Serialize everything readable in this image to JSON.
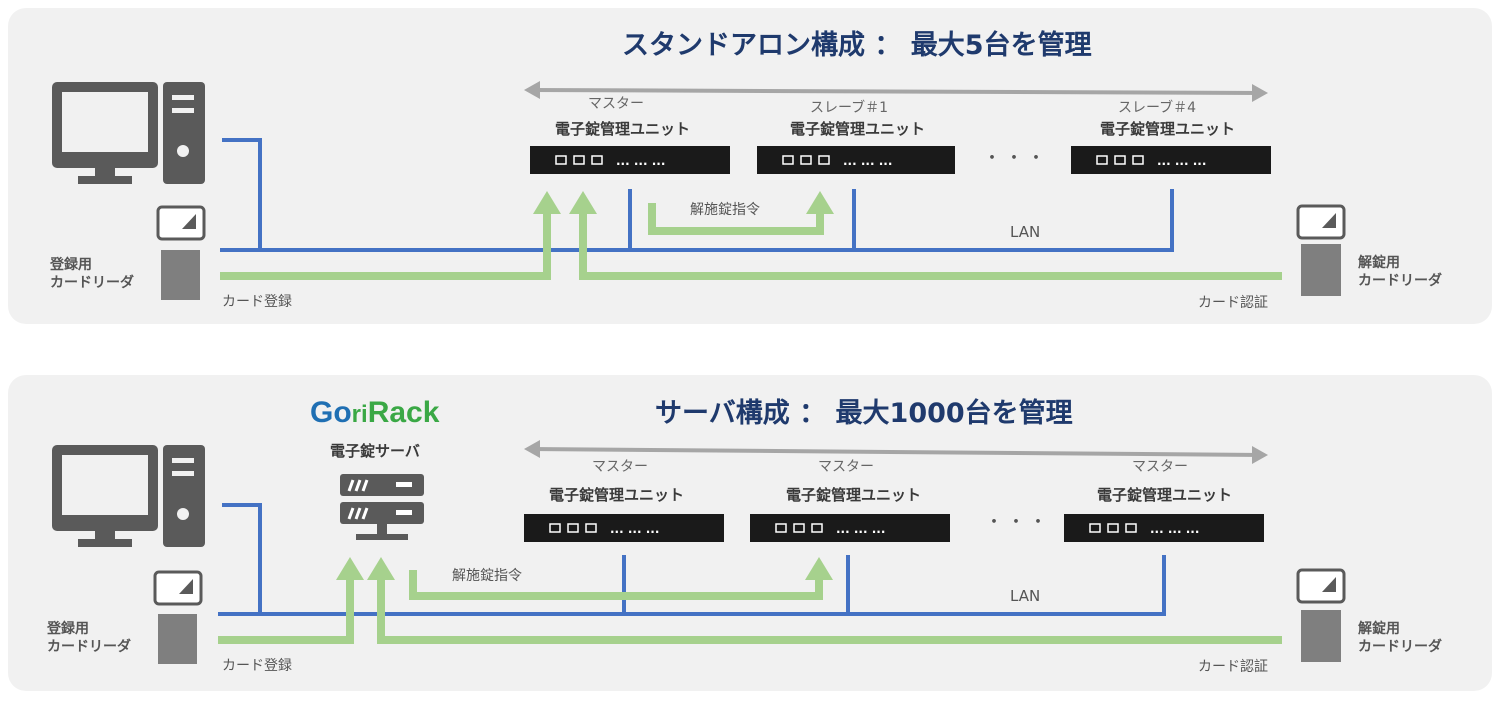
{
  "top": {
    "title": "スタンドアロン構成 ： 最大5台を管理",
    "units": [
      {
        "role": "マスター",
        "name": "電子錠管理ユニット"
      },
      {
        "role": "スレーブ＃1",
        "name": "電子錠管理ユニット"
      },
      {
        "role": "スレーブ＃4",
        "name": "電子錠管理ユニット"
      }
    ],
    "ellipsis": "・・・",
    "unlock_command": "解施錠指令",
    "lan": "LAN",
    "card_register": "カード登録",
    "card_auth": "カード認証",
    "register_reader": [
      "登録用",
      "カードリーダ"
    ],
    "unlock_reader": [
      "解錠用",
      "カードリーダ"
    ]
  },
  "bottom": {
    "title": "サーバ構成 ： 最大1000台を管理",
    "logo": {
      "part1": "Go",
      "part2": "ri",
      "part3": "Rack"
    },
    "server_label": "電子錠サーバ",
    "units": [
      {
        "role": "マスター",
        "name": "電子錠管理ユニット"
      },
      {
        "role": "マスター",
        "name": "電子錠管理ユニット"
      },
      {
        "role": "マスター",
        "name": "電子錠管理ユニット"
      }
    ],
    "ellipsis": "・・・",
    "unlock_command": "解施錠指令",
    "lan": "LAN",
    "card_register": "カード登録",
    "card_auth": "カード認証",
    "register_reader": [
      "登録用",
      "カードリーダ"
    ],
    "unlock_reader": [
      "解錠用",
      "カードリーダ"
    ]
  },
  "device_port_text": "... ... ...",
  "colors": {
    "lan_line": "#4472c4",
    "card_line": "#a6d18d",
    "device": "#1a1a1a",
    "title": "#1f3a6d",
    "panel": "#f1f1f1",
    "gray_icon": "#5a5a5a"
  }
}
